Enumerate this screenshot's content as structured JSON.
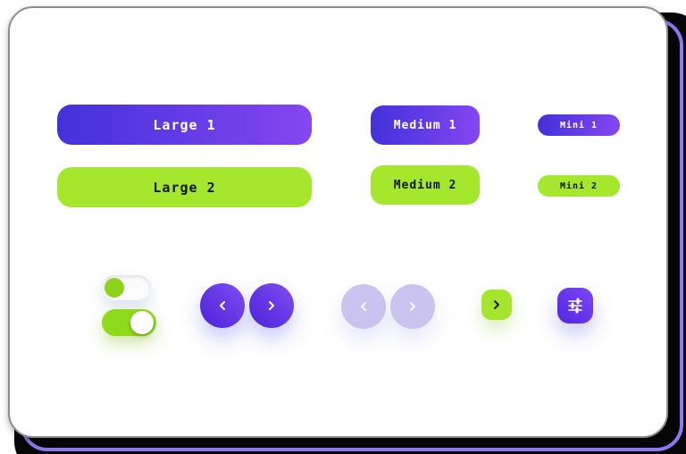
{
  "buttons": {
    "large": [
      {
        "label": "Large 1",
        "variant": "primary"
      },
      {
        "label": "Large 2",
        "variant": "secondary"
      }
    ],
    "medium": [
      {
        "label": "Medium 1",
        "variant": "primary"
      },
      {
        "label": "Medium 2",
        "variant": "secondary"
      }
    ],
    "mini": [
      {
        "label": "Mini 1",
        "variant": "primary"
      },
      {
        "label": "Mini 2",
        "variant": "secondary"
      }
    ]
  },
  "controls": {
    "toggles": [
      {
        "state": "off",
        "knob_side": "left"
      },
      {
        "state": "on",
        "knob_side": "right"
      }
    ],
    "pager_enabled": {
      "prev_icon": "chevron-left-icon",
      "next_icon": "chevron-right-icon"
    },
    "pager_disabled": {
      "prev_icon": "chevron-left-icon",
      "next_icon": "chevron-right-icon"
    },
    "chevron_square": {
      "icon": "chevron-right-icon"
    },
    "filter_square": {
      "icon": "sliders-icon"
    }
  },
  "colors": {
    "primary_gradient_start": "#4331da",
    "primary_gradient_end": "#8546f1",
    "secondary_green": "#a5e72c",
    "toggle_green": "#8fd91c",
    "toggle_knob_green": "#8ed31b",
    "disabled_lavender": "#cbc3ef",
    "backdrop_outline_purple": "#8a79f0",
    "backdrop_black": "#060608",
    "card_background": "#ffffff"
  }
}
